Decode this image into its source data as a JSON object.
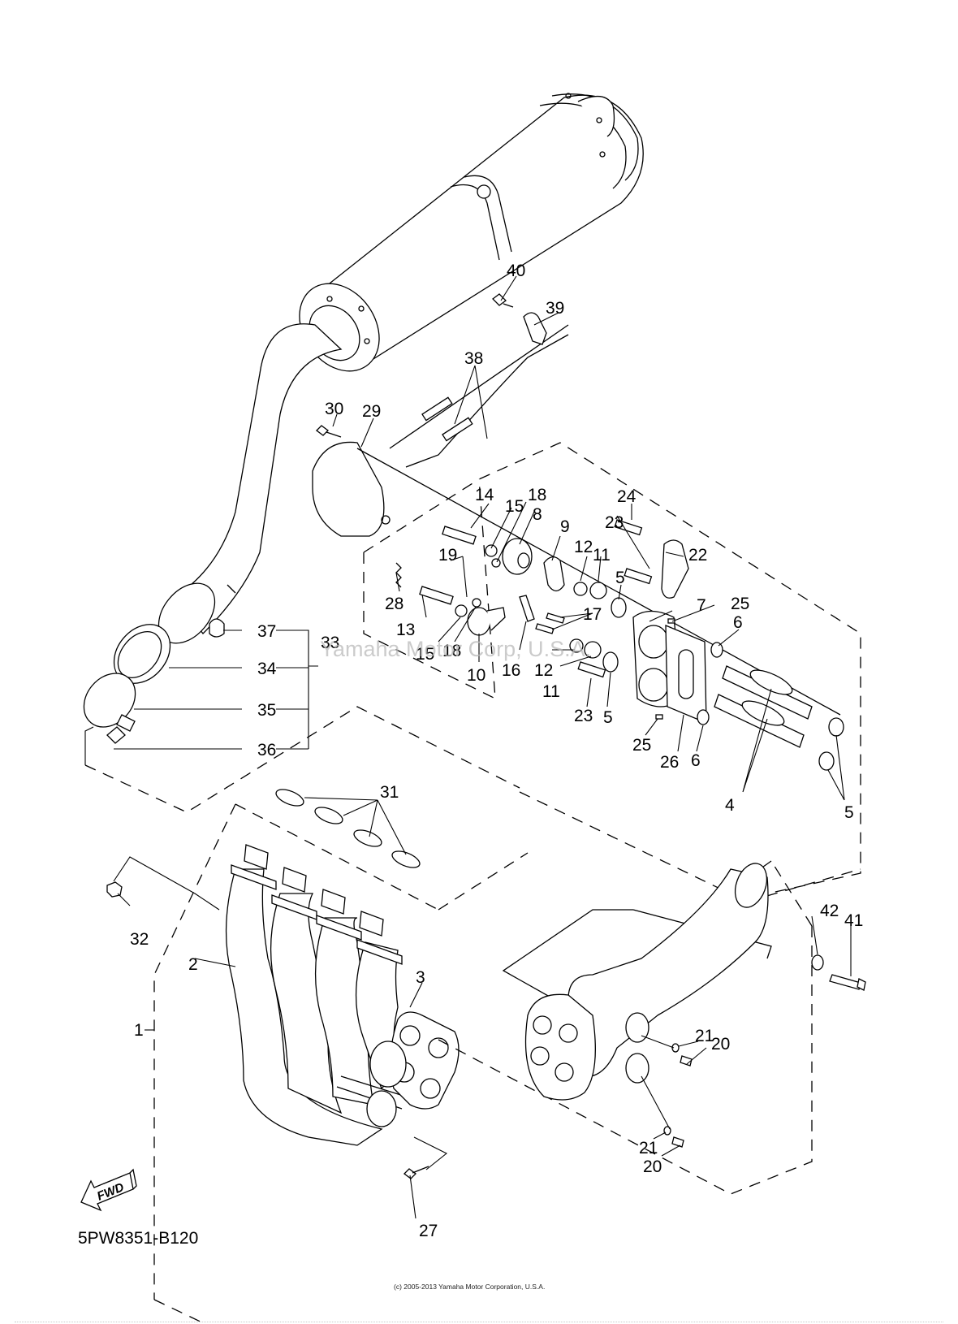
{
  "diagram": {
    "title_code": "5PW8351-B120",
    "watermark": "Yamaha Motor Corp, U.S.A.",
    "copyright": "(c) 2005-2013 Yamaha Motor Corporation, U.S.A.",
    "fwd_label": "FWD",
    "callouts": [
      {
        "id": "c40",
        "label": "40"
      },
      {
        "id": "c39",
        "label": "39"
      },
      {
        "id": "c38",
        "label": "38"
      },
      {
        "id": "c30",
        "label": "30"
      },
      {
        "id": "c29",
        "label": "29"
      },
      {
        "id": "c24",
        "label": "24"
      },
      {
        "id": "c14",
        "label": "14"
      },
      {
        "id": "c18a",
        "label": "18"
      },
      {
        "id": "c15a",
        "label": "15"
      },
      {
        "id": "c8",
        "label": "8"
      },
      {
        "id": "c9",
        "label": "9"
      },
      {
        "id": "c23a",
        "label": "23"
      },
      {
        "id": "c22",
        "label": "22"
      },
      {
        "id": "c19",
        "label": "19"
      },
      {
        "id": "c12a",
        "label": "12"
      },
      {
        "id": "c11a",
        "label": "11"
      },
      {
        "id": "c5a",
        "label": "5"
      },
      {
        "id": "c7",
        "label": "7"
      },
      {
        "id": "c25a",
        "label": "25"
      },
      {
        "id": "c28",
        "label": "28"
      },
      {
        "id": "c13",
        "label": "13"
      },
      {
        "id": "c17",
        "label": "17"
      },
      {
        "id": "c6a",
        "label": "6"
      },
      {
        "id": "c15b",
        "label": "15"
      },
      {
        "id": "c18b",
        "label": "18"
      },
      {
        "id": "c10",
        "label": "10"
      },
      {
        "id": "c16",
        "label": "16"
      },
      {
        "id": "c12b",
        "label": "12"
      },
      {
        "id": "c11b",
        "label": "11"
      },
      {
        "id": "c23b",
        "label": "23"
      },
      {
        "id": "c5b",
        "label": "5"
      },
      {
        "id": "c25b",
        "label": "25"
      },
      {
        "id": "c26",
        "label": "26"
      },
      {
        "id": "c6b",
        "label": "6"
      },
      {
        "id": "c4",
        "label": "4"
      },
      {
        "id": "c5c",
        "label": "5"
      },
      {
        "id": "c37",
        "label": "37"
      },
      {
        "id": "c33",
        "label": "33"
      },
      {
        "id": "c34",
        "label": "34"
      },
      {
        "id": "c35",
        "label": "35"
      },
      {
        "id": "c36",
        "label": "36"
      },
      {
        "id": "c31",
        "label": "31"
      },
      {
        "id": "c32",
        "label": "32"
      },
      {
        "id": "c2",
        "label": "2"
      },
      {
        "id": "c3",
        "label": "3"
      },
      {
        "id": "c1",
        "label": "1"
      },
      {
        "id": "c42",
        "label": "42"
      },
      {
        "id": "c41",
        "label": "41"
      },
      {
        "id": "c21a",
        "label": "21"
      },
      {
        "id": "c20a",
        "label": "20"
      },
      {
        "id": "c21b",
        "label": "21"
      },
      {
        "id": "c20b",
        "label": "20"
      },
      {
        "id": "c27",
        "label": "27"
      }
    ]
  }
}
